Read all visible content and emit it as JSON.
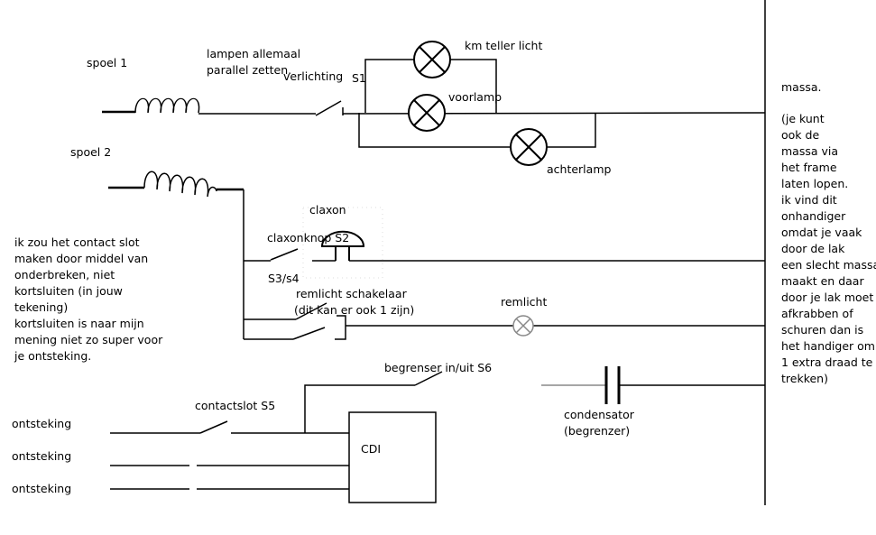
{
  "labels": {
    "spoel1": "spoel 1",
    "spoel2": "spoel 2",
    "lampen_note_1": "lampen allemaal",
    "lampen_note_2": "parallel zetten.",
    "verlichting": "verlichting",
    "s1": "S1",
    "km_teller": "km teller licht",
    "voorlamp": "voorlamp",
    "achterlamp": "achterlamp",
    "claxon": "claxon",
    "claxonknop": "claxonknop S2",
    "s3s4": "S3/s4",
    "remlicht_schakelaar": "remlicht schakelaar",
    "remlicht_note": "(dit kan  er ook 1 zijn)",
    "remlicht": "remlicht",
    "begrenser": "begrenser in/uit  S6",
    "condensator": "condensator",
    "begrenzer": "(begrenzer)",
    "contactslot": "contactslot  S5",
    "cdi": "CDI",
    "ontsteking_1": "ontsteking",
    "ontsteking_2": "ontsteking",
    "ontsteking_3": "ontsteking",
    "massa": "massa."
  },
  "notes": {
    "left": "ik zou het contact slot\nmaken door middel van\nonderbreken, niet\nkortsluiten (in jouw\ntekening)\nkortsluiten is naar mijn\nmening niet zo super voor\nje ontsteking.",
    "right": "(je kunt\nook de\nmassa via\nhet frame\nlaten lopen.\nik vind dit\nonhandiger\nomdat je vaak\ndoor de lak\neen slecht massa\nmaakt en daar\ndoor je lak moet\nafkrabben of\nschuren dan is\nhet handiger om\n1 extra draad te\ntrekken)"
  }
}
